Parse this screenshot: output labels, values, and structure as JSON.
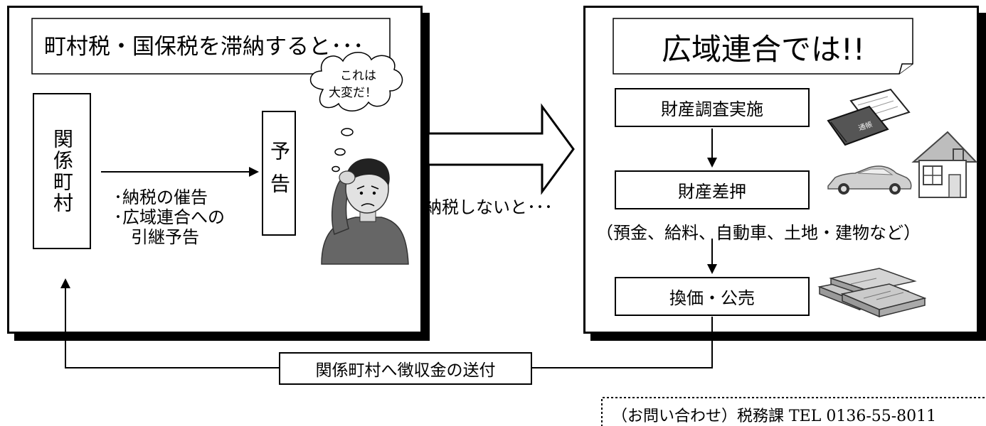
{
  "left_panel": {
    "title": "町村税・国保税を滞納すると･･･",
    "municipality_label": "関係町村",
    "notice_items": [
      "･納税の催告",
      "･広域連合への",
      "　引継予告"
    ],
    "advance_notice_label": "予告",
    "thought_text": [
      "これは",
      "大変だ！"
    ]
  },
  "middle": {
    "arrow_caption": "納税しないと･･･"
  },
  "right_panel": {
    "title": "広域連合では!!",
    "steps": [
      "財産調査実施",
      "財産差押",
      "換価・公売"
    ],
    "seizure_examples": "（預金、給料、自動車、土地・建物など）",
    "passbook_text": "通帳"
  },
  "bottom": {
    "remittance_label": "関係町村へ徴収金の送付",
    "contact": "（お問い合わせ）税務課 TEL 0136-55-8011"
  }
}
